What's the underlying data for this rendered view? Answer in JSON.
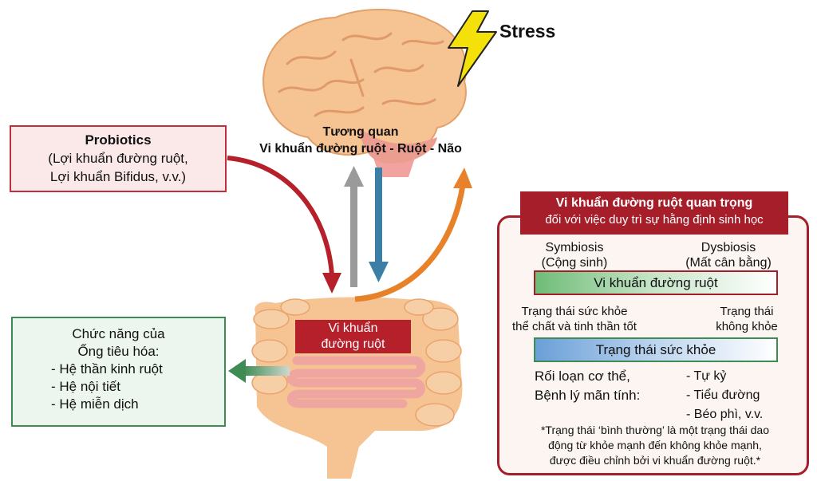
{
  "stress_label": "Stress",
  "correlation": {
    "line1": "Tương quan",
    "line2": "Vi khuẩn đường ruột - Ruột - Não"
  },
  "probiotics": {
    "title": "Probiotics",
    "line1": "(Lợi khuẩn đường ruột,",
    "line2": "Lợi khuẩn Bifidus, v.v.)"
  },
  "gut_label": {
    "line1": "Vi khuẩn",
    "line2": "đường ruột"
  },
  "digestive": {
    "title1": "Chức năng của",
    "title2": "Ống tiêu hóa:",
    "items": [
      "- Hệ thần kinh ruột",
      "- Hệ nội tiết",
      "- Hệ miễn dịch"
    ]
  },
  "panel": {
    "header1": "Vi khuẩn đường ruột quan trọng",
    "header2": "đối với việc duy trì sự hằng định sinh học",
    "symbiosis1": "Symbiosis",
    "symbiosis2": "(Cộng sinh)",
    "dysbiosis1": "Dysbiosis",
    "dysbiosis2": "(Mất cân bằng)",
    "bar_top": "Vi khuẩn đường ruột",
    "state_good1": "Trạng thái sức khỏe",
    "state_good2": "thể chất và tinh thần tốt",
    "state_bad1": "Trạng thái",
    "state_bad2": "không khỏe",
    "bar_bottom": "Trạng thái sức khỏe",
    "disorder1": "Rối loạn cơ thể,",
    "disorder2": "Bệnh lý mãn tính:",
    "diseases": [
      "- Tự kỷ",
      "- Tiểu đường",
      "- Béo phì, v.v."
    ],
    "note1": "*Trạng thái ‘bình thường’ là một trạng thái dao",
    "note2": "động từ khỏe mạnh đến không khỏe mạnh,",
    "note3": "được điều chỉnh bởi vi khuẩn đường ruột.*"
  },
  "colors": {
    "accent_red": "#a61e2a",
    "accent_green": "#3e8c53",
    "organ": "#f6c493",
    "lightning": "#f5e10a",
    "arrow_orange": "#e8822a",
    "arrow_blue": "#3b7ea6",
    "arrow_gray": "#9a9a9a"
  },
  "icons": [
    "brain-icon",
    "lightning-icon",
    "intestine-icon"
  ]
}
